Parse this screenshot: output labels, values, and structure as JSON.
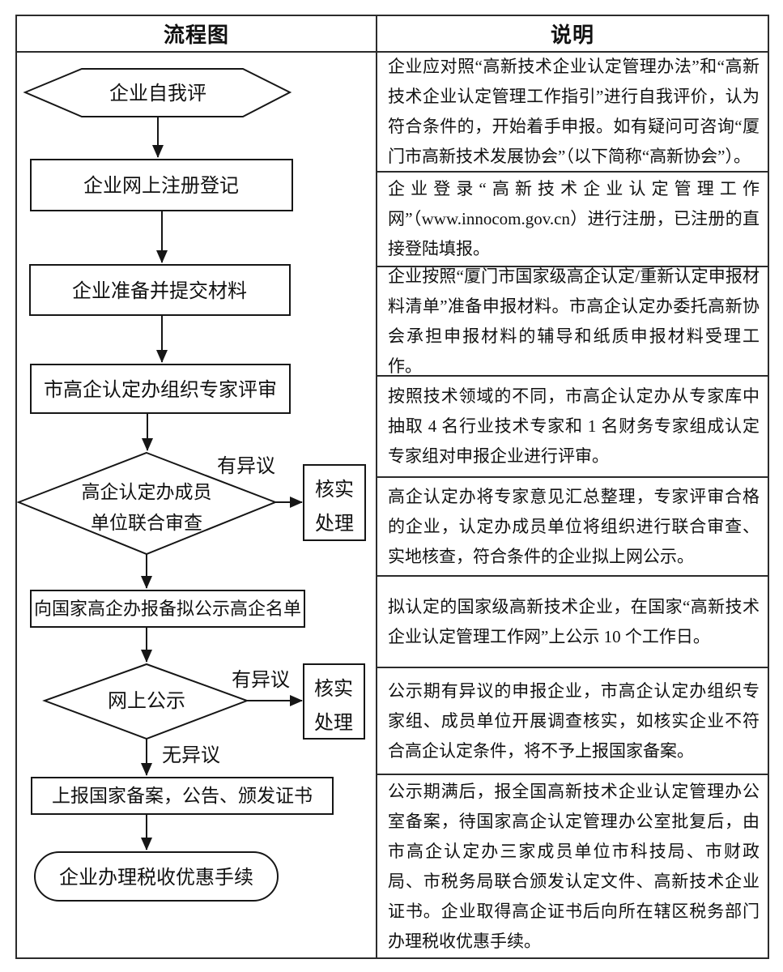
{
  "header": {
    "flow": "流程图",
    "desc": "说明"
  },
  "flowchart": {
    "self_eval": "企业自我评",
    "register": "企业网上注册登记",
    "prepare": "企业准备并提交材料",
    "expert_review": "市高企认定办组织专家评审",
    "joint_review_l1": "高企认定办成员",
    "joint_review_l2": "单位联合审查",
    "verify_l1": "核实",
    "verify_l2": "处理",
    "report_list": "向国家高企办报备拟公示高企名单",
    "publicity": "网上公示",
    "report_national": "上报国家备案，公告、颁发证书",
    "tax_procedure": "企业办理税收优惠手续",
    "label_objection1": "有异议",
    "label_objection2": "有异议",
    "label_no_objection": "无异议"
  },
  "descriptions": [
    "企业应对照“高新技术企业认定管理办法”和“高新技术企业认定管理工作指引”进行自我评价，认为符合条件的，开始着手申报。如有疑问可咨询“厦门市高新技术发展协会”（以下简称“高新协会”）。",
    "企业登录“高新技术企业认定管理工作网”（www.innocom.gov.cn）进行注册，已注册的直接登陆填报。",
    "企业按照“厦门市国家级高企认定/重新认定申报材料清单”准备申报材料。市高企认定办委托高新协会承担申报材料的辅导和纸质申报材料受理工作。",
    "按照技术领域的不同，市高企认定办从专家库中抽取 4 名行业技术专家和 1 名财务专家组成认定专家组对申报企业进行评审。",
    "高企认定办将专家意见汇总整理，专家评审合格的企业，认定办成员单位将组织进行联合审查、实地核查，符合条件的企业拟上网公示。",
    "拟认定的国家级高新技术企业，在国家“高新技术企业认定管理工作网”上公示 10 个工作日。",
    "公示期有异议的申报企业，市高企认定办组织专家组、成员单位开展调查核实，如核实企业不符合高企认定条件，将不予上报国家备案。",
    "公示期满后，报全国高新技术企业认定管理办公室备案，待国家高企认定管理办公室批复后，由市高企认定办三家成员单位市科技局、市财政局、市税务局联合颁发认定文件、高新技术企业证书。企业取得高企证书后向所在辖区税务部门办理税收优惠手续。"
  ],
  "colors": {
    "border": "#2b2b2b",
    "line": "#161616",
    "text": "#111111",
    "background": "#ffffff"
  }
}
